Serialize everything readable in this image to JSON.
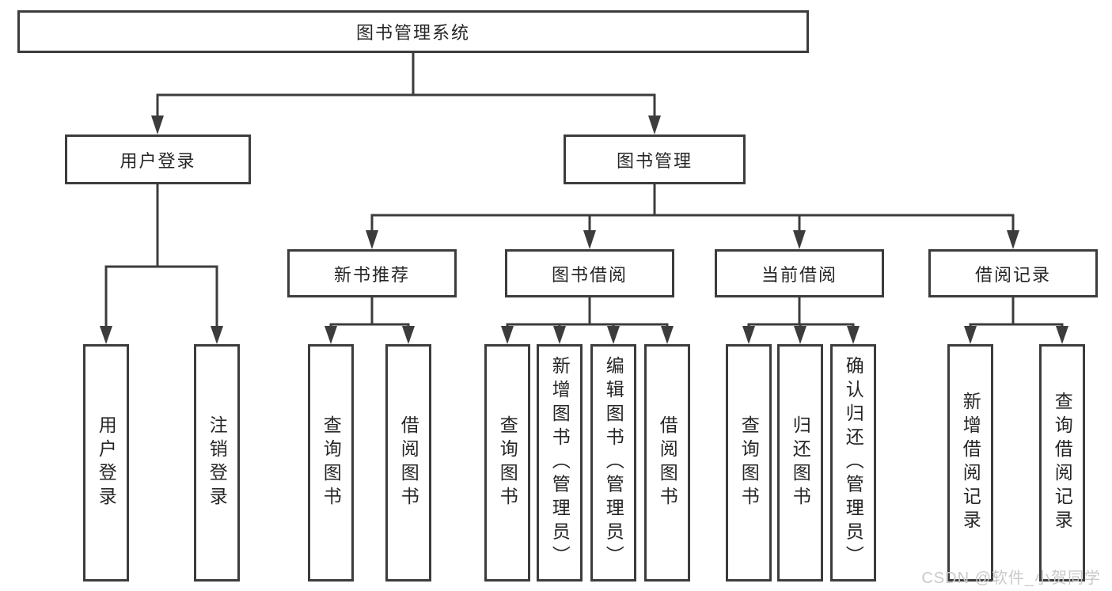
{
  "tree": {
    "root": {
      "label": "图书管理系统"
    },
    "branches": [
      {
        "label": "用户登录",
        "children": [
          {
            "label": "用户登录"
          },
          {
            "label": "注销登录"
          }
        ]
      },
      {
        "label": "图书管理",
        "children": [
          {
            "label": "新书推荐",
            "children": [
              {
                "label": "查询图书"
              },
              {
                "label": "借阅图书"
              }
            ]
          },
          {
            "label": "图书借阅",
            "children": [
              {
                "label": "查询图书"
              },
              {
                "label": "新增图书（管理员）"
              },
              {
                "label": "编辑图书（管理员）"
              },
              {
                "label": "借阅图书"
              }
            ]
          },
          {
            "label": "当前借阅",
            "children": [
              {
                "label": "查询图书"
              },
              {
                "label": "归还图书"
              },
              {
                "label": "确认归还（管理员）"
              }
            ]
          },
          {
            "label": "借阅记录",
            "children": [
              {
                "label": "新增借阅记录"
              },
              {
                "label": "查询借阅记录"
              }
            ]
          }
        ]
      }
    ]
  },
  "watermark": {
    "text": "CSDN @软件_小贺同学"
  },
  "colors": {
    "line": "#3c3c3c",
    "text": "#262626",
    "watermark": "#c9c9c9",
    "background": "#ffffff"
  }
}
